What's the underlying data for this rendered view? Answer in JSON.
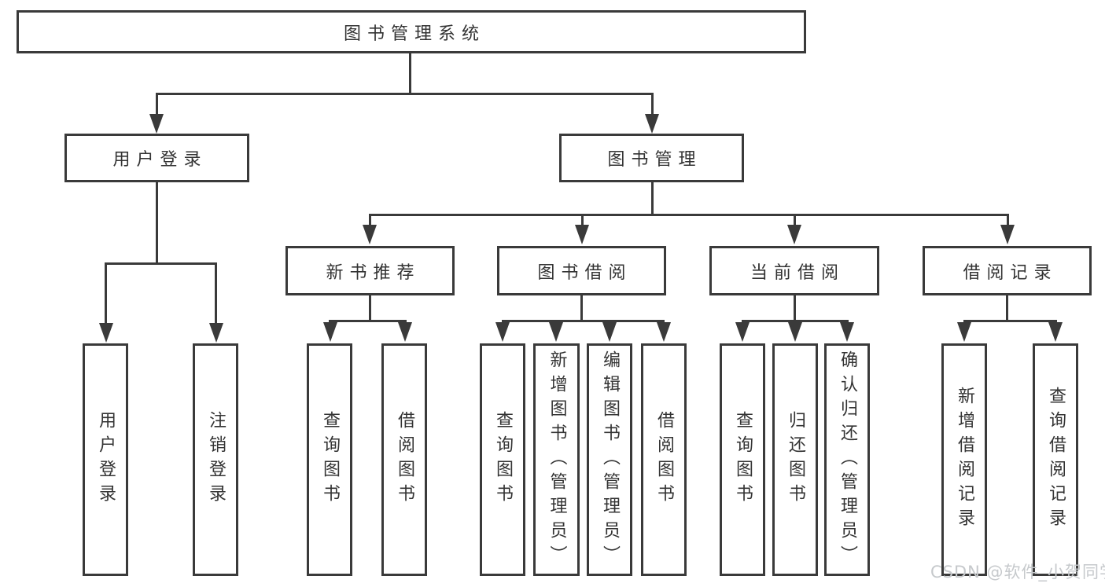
{
  "colors": {
    "line": "#3a3a3a",
    "text": "#333333",
    "background": "#ffffff",
    "watermark": "#c6c9cc"
  },
  "root": {
    "label": "图书管理系统"
  },
  "level2": {
    "login": "用户登录",
    "management": "图书管理"
  },
  "level3": {
    "new_books": "新书推荐",
    "book_borrow": "图书借阅",
    "current_borrow": "当前借阅",
    "borrow_records": "借阅记录"
  },
  "leaves": {
    "login": [
      "用户登录",
      "注销登录"
    ],
    "new_books": [
      "查询图书",
      "借阅图书"
    ],
    "book_borrow": [
      "查询图书",
      "新增图书（管理员）",
      "编辑图书（管理员）",
      "借阅图书"
    ],
    "current_borrow": [
      "查询图书",
      "归还图书",
      "确认归还（管理员）"
    ],
    "borrow_records": [
      "新增借阅记录",
      "查询借阅记录"
    ]
  },
  "watermark": "CSDN @软件_小贺同学"
}
